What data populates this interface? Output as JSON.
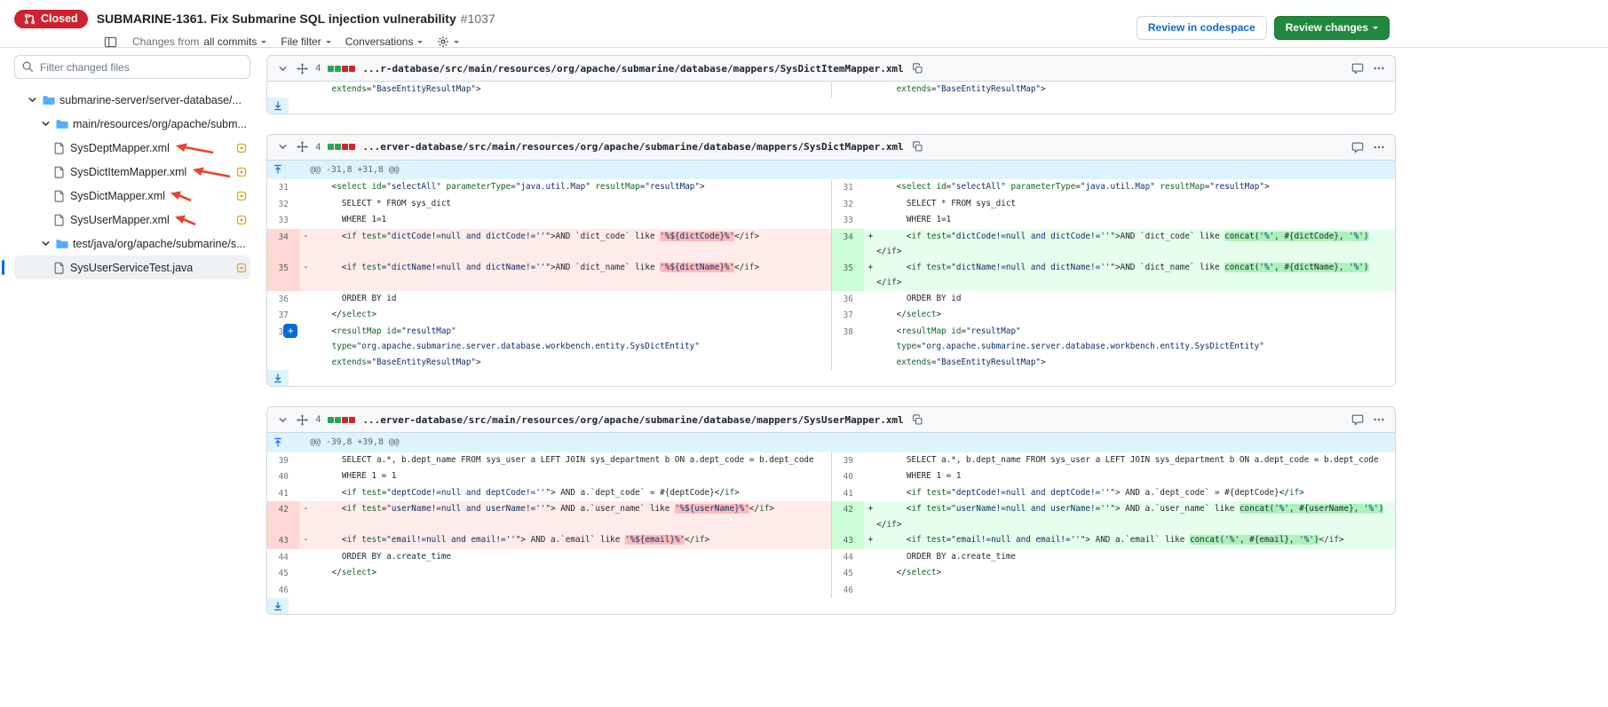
{
  "icons": {
    "caret_down": "▾",
    "kebab": "⋯"
  },
  "colors": {
    "accent": "#0969da",
    "closed_red": "#cf222e",
    "add_green": "#2da44e",
    "del_red": "#d1242f",
    "hunk_blue": "#ddf4ff",
    "annotation_red": "#e8432f",
    "modified_orange": "#d4a72c"
  },
  "header": {
    "status": "Closed",
    "title": "SUBMARINE-1361. Fix Submarine SQL injection vulnerability",
    "number": "#1037",
    "changes_from_label": "Changes from",
    "changes_from_value": "all commits",
    "file_filter_label": "File filter",
    "conversations_label": "Conversations",
    "review_codespace_label": "Review in codespace",
    "review_changes_label": "Review changes"
  },
  "sidebar": {
    "filter_placeholder": "Filter changed files",
    "tree": [
      {
        "kind": "folder",
        "depth": 0,
        "label": "submarine-server/server-database/..."
      },
      {
        "kind": "folder",
        "depth": 1,
        "label": "main/resources/org/apache/subm..."
      },
      {
        "kind": "file",
        "depth": 2,
        "label": "SysDeptMapper.xml",
        "arrow": "long",
        "status": "modified"
      },
      {
        "kind": "file",
        "depth": 2,
        "label": "SysDictItemMapper.xml",
        "arrow": "long",
        "status": "modified"
      },
      {
        "kind": "file",
        "depth": 2,
        "label": "SysDictMapper.xml",
        "arrow": "short",
        "status": "modified"
      },
      {
        "kind": "file",
        "depth": 2,
        "label": "SysUserMapper.xml",
        "arrow": "short",
        "status": "modified"
      },
      {
        "kind": "folder",
        "depth": 1,
        "label": "test/java/org/apache/submarine/s..."
      },
      {
        "kind": "file",
        "depth": 2,
        "label": "SysUserServiceTest.java",
        "selected": true,
        "status": "modified"
      }
    ]
  },
  "diffs": [
    {
      "path": "...r-database/src/main/resources/org/apache/submarine/database/mappers/SysDictItemMapper.xml",
      "changes_count": "4",
      "diffstat": [
        "add",
        "add",
        "del",
        "del"
      ],
      "rows": [
        {
          "kind": "line",
          "l": {
            "n": "",
            "t": "ctx",
            "lines": [
              {
                "x": "    extends=\"BaseEntityResultMap\">"
              }
            ]
          },
          "r": {
            "n": "",
            "t": "ctx",
            "lines": [
              {
                "x": "    extends=\"BaseEntityResultMap\">"
              }
            ]
          }
        },
        {
          "kind": "expander",
          "dir": "down"
        }
      ]
    },
    {
      "path": "...erver-database/src/main/resources/org/apache/submarine/database/mappers/SysDictMapper.xml",
      "changes_count": "4",
      "diffstat": [
        "add",
        "add",
        "del",
        "del"
      ],
      "rows": [
        {
          "kind": "hunk",
          "text": "@@ -31,8 +31,8 @@",
          "dir": "up"
        },
        {
          "kind": "line",
          "l": {
            "n": "31",
            "t": "ctx",
            "lines": [
              {
                "x": "    <select id=\"selectAll\" parameterType=\"java.util.Map\" resultMap=\"resultMap\">"
              }
            ]
          },
          "r": {
            "n": "31",
            "t": "ctx",
            "lines": [
              {
                "x": "    <select id=\"selectAll\" parameterType=\"java.util.Map\" resultMap=\"resultMap\">"
              }
            ]
          }
        },
        {
          "kind": "line",
          "l": {
            "n": "32",
            "t": "ctx",
            "lines": [
              {
                "x": "      SELECT * FROM sys_dict"
              }
            ]
          },
          "r": {
            "n": "32",
            "t": "ctx",
            "lines": [
              {
                "x": "      SELECT * FROM sys_dict"
              }
            ]
          }
        },
        {
          "kind": "line",
          "l": {
            "n": "33",
            "t": "ctx",
            "lines": [
              {
                "x": "      WHERE 1=1"
              }
            ]
          },
          "r": {
            "n": "33",
            "t": "ctx",
            "lines": [
              {
                "x": "      WHERE 1=1"
              }
            ]
          }
        },
        {
          "kind": "line",
          "l": {
            "n": "34",
            "t": "del",
            "lines": [
              {
                "x": "      <if test=\"dictCode!=null and dictCode!=''\">AND `dict_code` like '%${dictCode}%'</if>",
                "h": "'%${dictCode}%'"
              }
            ]
          },
          "r": {
            "n": "34",
            "t": "add",
            "lines": [
              {
                "x": "      <if test=\"dictCode!=null and dictCode!=''\">AND `dict_code` like concat('%', #{dictCode}, '%')",
                "h": "concat('%', #{dictCode}, '%')"
              },
              {
                "x": "</if>"
              }
            ]
          }
        },
        {
          "kind": "line",
          "l": {
            "n": "35",
            "t": "del",
            "lines": [
              {
                "x": "      <if test=\"dictName!=null and dictName!=''\">AND `dict_name` like '%${dictName}%'</if>",
                "h": "'%${dictName}%'"
              }
            ]
          },
          "r": {
            "n": "35",
            "t": "add",
            "lines": [
              {
                "x": "      <if test=\"dictName!=null and dictName!=''\">AND `dict_name` like concat('%', #{dictName}, '%')",
                "h": "concat('%', #{dictName}, '%')"
              },
              {
                "x": "</if>"
              }
            ]
          }
        },
        {
          "kind": "line",
          "l": {
            "n": "36",
            "t": "ctx",
            "lines": [
              {
                "x": "      ORDER BY id"
              }
            ]
          },
          "r": {
            "n": "36",
            "t": "ctx",
            "lines": [
              {
                "x": "      ORDER BY id"
              }
            ]
          }
        },
        {
          "kind": "line",
          "l": {
            "n": "37",
            "t": "ctx",
            "lines": [
              {
                "x": "    </select>"
              }
            ]
          },
          "r": {
            "n": "37",
            "t": "ctx",
            "lines": [
              {
                "x": "    </select>"
              }
            ]
          }
        },
        {
          "kind": "line",
          "plus": true,
          "l": {
            "n": "38",
            "t": "ctx",
            "lines": [
              {
                "x": "    <resultMap id=\"resultMap\""
              },
              {
                "x": "    type=\"org.apache.submarine.server.database.workbench.entity.SysDictEntity\""
              },
              {
                "x": "    extends=\"BaseEntityResultMap\">"
              }
            ]
          },
          "r": {
            "n": "38",
            "t": "ctx",
            "lines": [
              {
                "x": "    <resultMap id=\"resultMap\""
              },
              {
                "x": "    type=\"org.apache.submarine.server.database.workbench.entity.SysDictEntity\""
              },
              {
                "x": "    extends=\"BaseEntityResultMap\">"
              }
            ]
          }
        },
        {
          "kind": "expander",
          "dir": "down"
        }
      ]
    },
    {
      "path": "...erver-database/src/main/resources/org/apache/submarine/database/mappers/SysUserMapper.xml",
      "changes_count": "4",
      "diffstat": [
        "add",
        "add",
        "del",
        "del"
      ],
      "rows": [
        {
          "kind": "hunk",
          "text": "@@ -39,8 +39,8 @@",
          "dir": "up"
        },
        {
          "kind": "line",
          "l": {
            "n": "39",
            "t": "ctx",
            "lines": [
              {
                "x": "      SELECT a.*, b.dept_name FROM sys_user a LEFT JOIN sys_department b ON a.dept_code = b.dept_code"
              }
            ]
          },
          "r": {
            "n": "39",
            "t": "ctx",
            "lines": [
              {
                "x": "      SELECT a.*, b.dept_name FROM sys_user a LEFT JOIN sys_department b ON a.dept_code = b.dept_code"
              }
            ]
          }
        },
        {
          "kind": "line",
          "l": {
            "n": "40",
            "t": "ctx",
            "lines": [
              {
                "x": "      WHERE 1 = 1"
              }
            ]
          },
          "r": {
            "n": "40",
            "t": "ctx",
            "lines": [
              {
                "x": "      WHERE 1 = 1"
              }
            ]
          }
        },
        {
          "kind": "line",
          "l": {
            "n": "41",
            "t": "ctx",
            "lines": [
              {
                "x": "      <if test=\"deptCode!=null and deptCode!=''\"> AND a.`dept_code` = #{deptCode}</if>"
              }
            ]
          },
          "r": {
            "n": "41",
            "t": "ctx",
            "lines": [
              {
                "x": "      <if test=\"deptCode!=null and deptCode!=''\"> AND a.`dept_code` = #{deptCode}</if>"
              }
            ]
          }
        },
        {
          "kind": "line",
          "l": {
            "n": "42",
            "t": "del",
            "lines": [
              {
                "x": "      <if test=\"userName!=null and userName!=''\"> AND a.`user_name` like '%${userName}%'</if>",
                "h": "'%${userName}%'"
              }
            ]
          },
          "r": {
            "n": "42",
            "t": "add",
            "lines": [
              {
                "x": "      <if test=\"userName!=null and userName!=''\"> AND a.`user_name` like concat('%', #{userName}, '%')",
                "h": "concat('%', #{userName}, '%')"
              },
              {
                "x": "</if>"
              }
            ]
          }
        },
        {
          "kind": "line",
          "l": {
            "n": "43",
            "t": "del",
            "lines": [
              {
                "x": "      <if test=\"email!=null and email!=''\"> AND a.`email` like '%${email}%'</if>",
                "h": "'%${email}%'"
              }
            ]
          },
          "r": {
            "n": "43",
            "t": "add",
            "lines": [
              {
                "x": "      <if test=\"email!=null and email!=''\"> AND a.`email` like concat('%', #{email}, '%')</if>",
                "h": "concat('%', #{email}, '%')"
              }
            ]
          }
        },
        {
          "kind": "line",
          "l": {
            "n": "44",
            "t": "ctx",
            "lines": [
              {
                "x": "      ORDER BY a.create_time"
              }
            ]
          },
          "r": {
            "n": "44",
            "t": "ctx",
            "lines": [
              {
                "x": "      ORDER BY a.create_time"
              }
            ]
          }
        },
        {
          "kind": "line",
          "l": {
            "n": "45",
            "t": "ctx",
            "lines": [
              {
                "x": "    </select>"
              }
            ]
          },
          "r": {
            "n": "45",
            "t": "ctx",
            "lines": [
              {
                "x": "    </select>"
              }
            ]
          }
        },
        {
          "kind": "line",
          "l": {
            "n": "46",
            "t": "ctx",
            "lines": [
              {
                "x": ""
              }
            ]
          },
          "r": {
            "n": "46",
            "t": "ctx",
            "lines": [
              {
                "x": ""
              }
            ]
          }
        },
        {
          "kind": "expander",
          "dir": "down"
        }
      ]
    }
  ]
}
